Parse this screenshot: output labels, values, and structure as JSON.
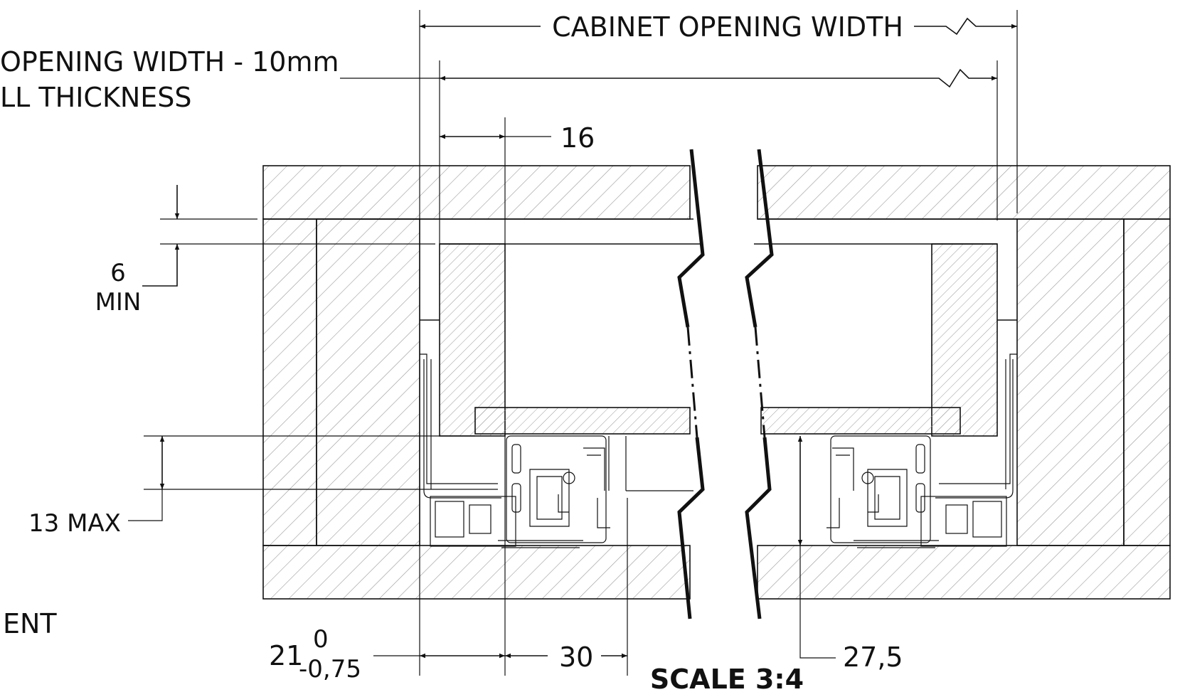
{
  "drawing": {
    "labels": {
      "cabinet_opening_width": "CABINET OPENING WIDTH",
      "opening_width_minus": "OPENING WIDTH - 10mm",
      "wall_thickness": "LL THICKNESS",
      "dim_16": "16",
      "dim_6": "6",
      "dim_min": "MIN",
      "dim_13_max": "13 MAX",
      "ent": "ENT",
      "dim_21": "21",
      "tol_upper": "0",
      "tol_lower": "-0,75",
      "dim_30": "30",
      "dim_27_5": "27,5",
      "scale": "SCALE 3:4"
    },
    "colors": {
      "line": "#111111",
      "hatch": "#9a9a9a",
      "background": "#ffffff"
    }
  }
}
